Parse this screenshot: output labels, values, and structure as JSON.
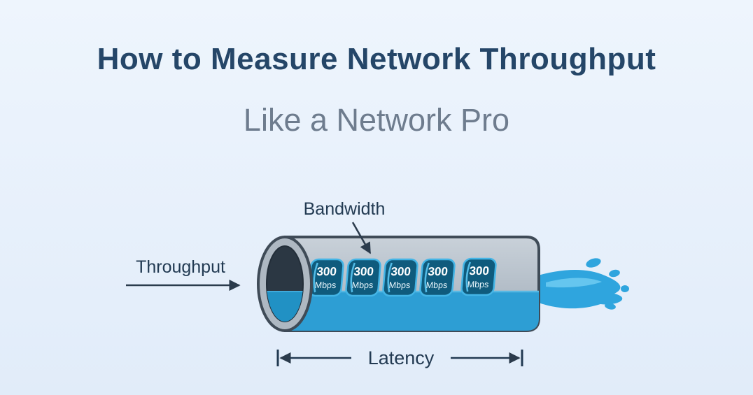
{
  "page": {
    "title": "How to Measure Network Throughput",
    "subtitle": "Like a Network Pro"
  },
  "diagram": {
    "bandwidth_label": "Bandwidth",
    "throughput_label": "Throughput",
    "latency_label": "Latency",
    "packets": [
      {
        "value": "300",
        "unit": "Mbps"
      },
      {
        "value": "300",
        "unit": "Mbps"
      },
      {
        "value": "300",
        "unit": "Mbps"
      },
      {
        "value": "300",
        "unit": "Mbps"
      },
      {
        "value": "300",
        "unit": "Mbps"
      }
    ],
    "colors": {
      "background": "#e8f1fb",
      "title_text": "#254668",
      "subtitle_text": "#6e7c8e",
      "label_text": "#223a52",
      "arrow": "#2b3b4c",
      "pipe_body": "#b7c1cb",
      "pipe_outline": "#3f4b57",
      "pipe_opening": "#2b3743",
      "water": "#2d9ed4",
      "water_front": "#2191c4",
      "splash": "#2fa5de",
      "splash_light": "#65c6ef",
      "packet_fill": "#0f5b7d",
      "packet_border": "#44b5e6"
    }
  }
}
